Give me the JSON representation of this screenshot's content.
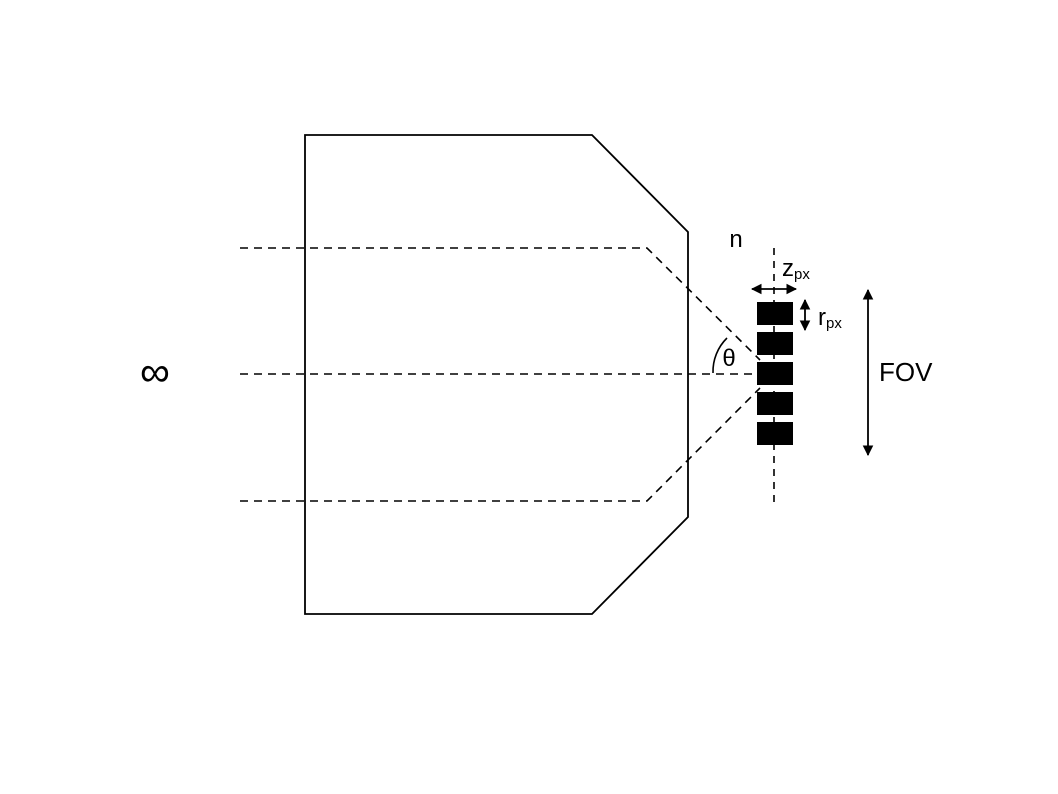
{
  "labels": {
    "infinity": "∞",
    "refractive_index": "n",
    "theta": "θ",
    "z_main": "z",
    "z_sub": "px",
    "r_main": "r",
    "r_sub": "px",
    "fov": "FOV"
  },
  "sensor": {
    "pixel_count": 5
  },
  "colors": {
    "stroke": "#000000",
    "background": "#ffffff"
  }
}
